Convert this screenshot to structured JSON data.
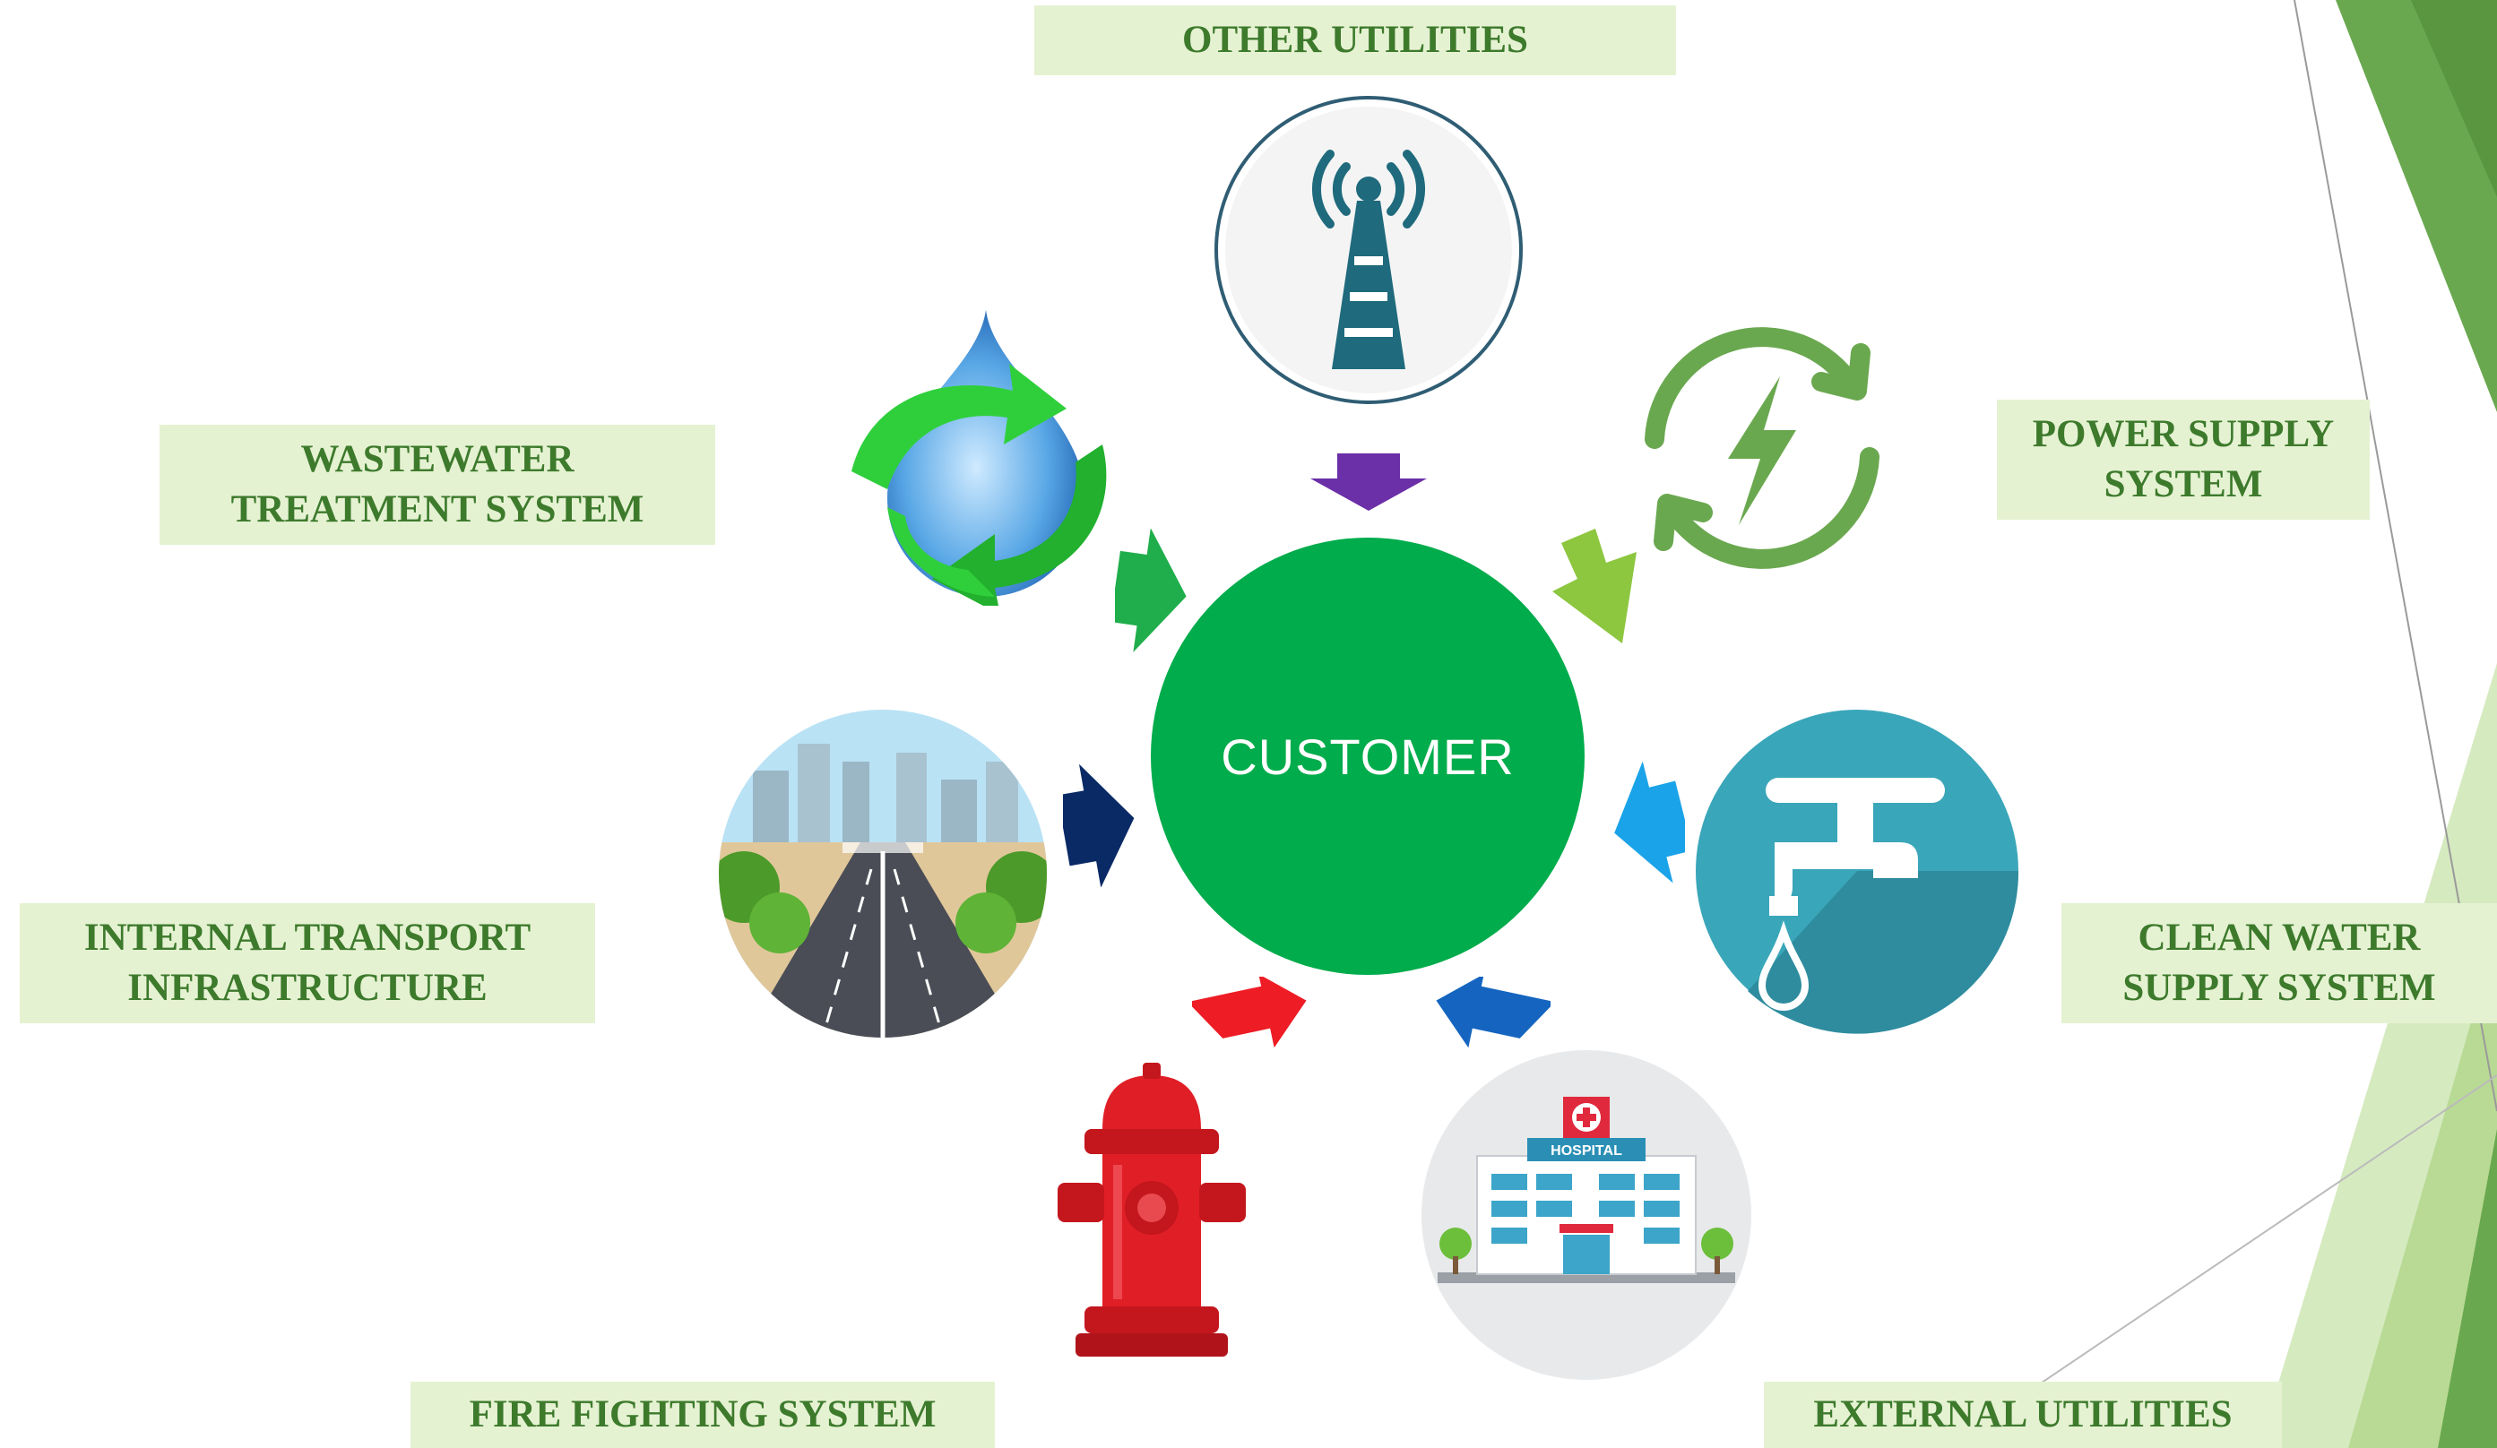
{
  "center": {
    "label": "CUSTOMER"
  },
  "nodes": {
    "other": {
      "lines": [
        "OTHER UTILITIES"
      ],
      "icon": "radio-tower-icon"
    },
    "power": {
      "lines": [
        "POWER SUPPLY",
        "SYSTEM"
      ],
      "icon": "power-cycle-icon"
    },
    "wastewater": {
      "lines": [
        "WASTEWATER",
        "TREATMENT SYSTEM"
      ],
      "icon": "water-recycle-icon"
    },
    "transport": {
      "lines": [
        "INTERNAL TRANSPORT",
        "INFRASTRUCTURE"
      ],
      "icon": "road-icon"
    },
    "cleanwater": {
      "lines": [
        "CLEAN WATER",
        "SUPPLY SYSTEM"
      ],
      "icon": "water-tap-icon"
    },
    "fire": {
      "lines": [
        "FIRE FIGHTING SYSTEM"
      ],
      "icon": "fire-hydrant-icon"
    },
    "external": {
      "lines": [
        "EXTERNAL UTILITIES"
      ],
      "icon": "hospital-icon"
    }
  },
  "hospital_sign": "HOSPITAL",
  "colors": {
    "center": "#00ac4b",
    "label_bg": "#e5f2d2",
    "label_text": "#3d7a2c",
    "arrow_other": "#6b2fa8",
    "arrow_power": "#8dc63f",
    "arrow_wastewater": "#1fae4b",
    "arrow_transport": "#0a2a66",
    "arrow_cleanwater": "#1aa3e8",
    "arrow_fire": "#ee1c25",
    "arrow_external": "#1565c0"
  }
}
